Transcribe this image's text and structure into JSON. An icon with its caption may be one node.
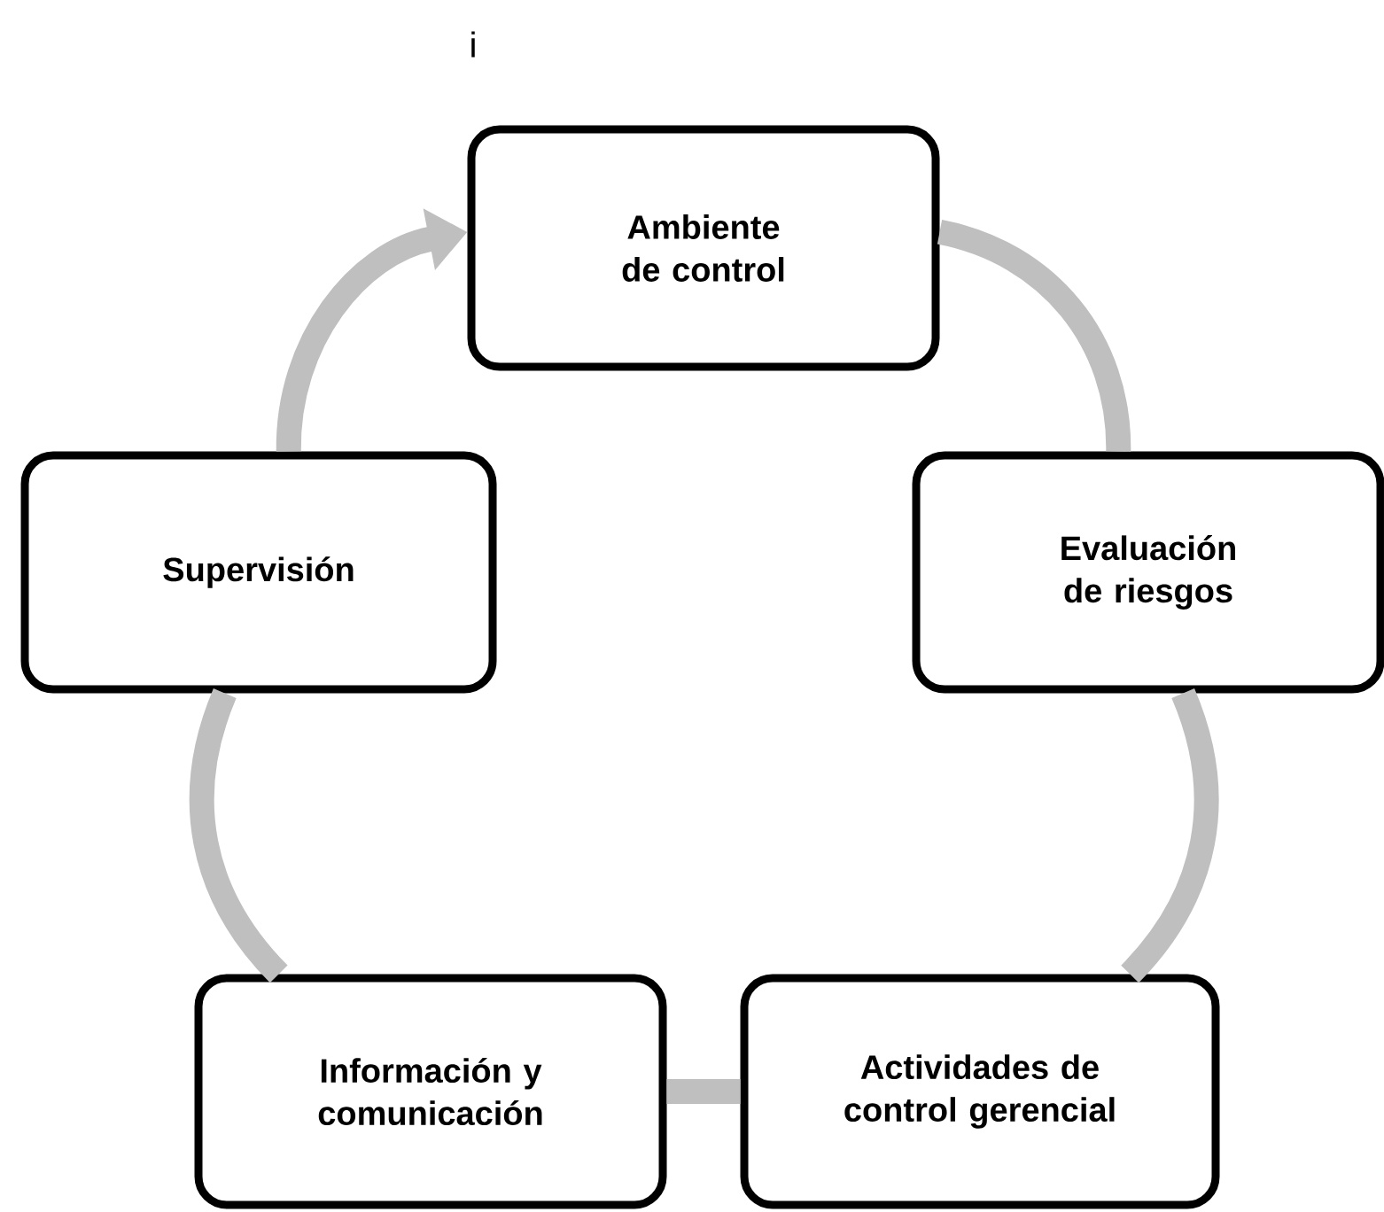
{
  "diagram": {
    "nodes": [
      {
        "text": [
          "Ambiente de control"
        ]
      },
      {
        "text": [
          "Evaluación de riesgos"
        ]
      },
      {
        "text": [
          "Actividades de control gerencial"
        ]
      },
      {
        "text": [
          "Información y comunicación"
        ]
      },
      {
        "text": [
          "Supervisión"
        ]
      }
    ],
    "edges": [
      {
        "from": 0,
        "to": 1,
        "arrow": "none"
      },
      {
        "from": 1,
        "to": 2,
        "arrow": "none"
      },
      {
        "from": 2,
        "to": 3,
        "arrow": "none"
      },
      {
        "from": 3,
        "to": 4,
        "arrow": "none"
      },
      {
        "from": 4,
        "to": 0,
        "arrow": "to"
      }
    ],
    "labels": [
      "i"
    ]
  }
}
